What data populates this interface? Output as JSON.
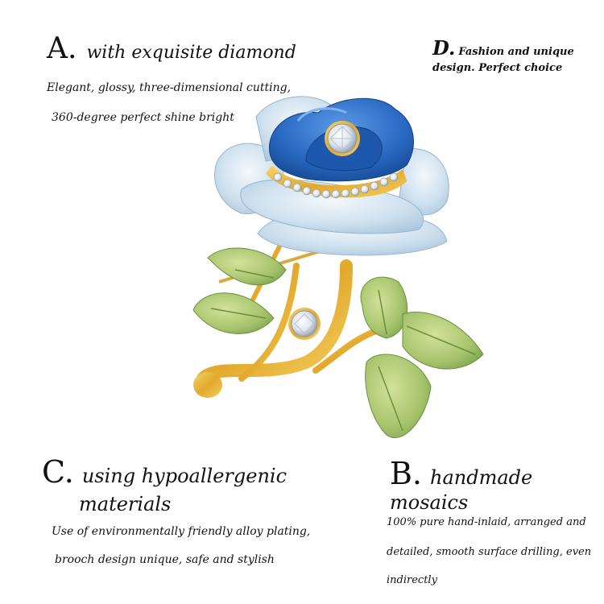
{
  "features": {
    "a": {
      "letter": "A.",
      "heading": "with exquisite diamond",
      "lines": [
        "Elegant, glossy, three-dimensional cutting,",
        "360-degree perfect shine bright"
      ]
    },
    "d": {
      "letter": "D.",
      "heading": "Fashion and unique design. Perfect choice"
    },
    "c": {
      "letter": "C.",
      "heading_line1": "using hypoallergenic",
      "heading_line2": "materials",
      "lines": [
        "Use of environmentally friendly alloy plating,",
        "brooch design unique, safe and stylish"
      ]
    },
    "b": {
      "letter": "B.",
      "heading": "handmade mosaics",
      "lines": [
        "100% pure hand-inlaid, arranged and",
        "detailed, smooth surface drilling, even",
        "indirectly"
      ]
    }
  },
  "colors": {
    "blue_petal": "#2b6bc4",
    "pale_petal": "#c9dff0",
    "gold": "#e6b33a",
    "leaf": "#9fc06a"
  }
}
